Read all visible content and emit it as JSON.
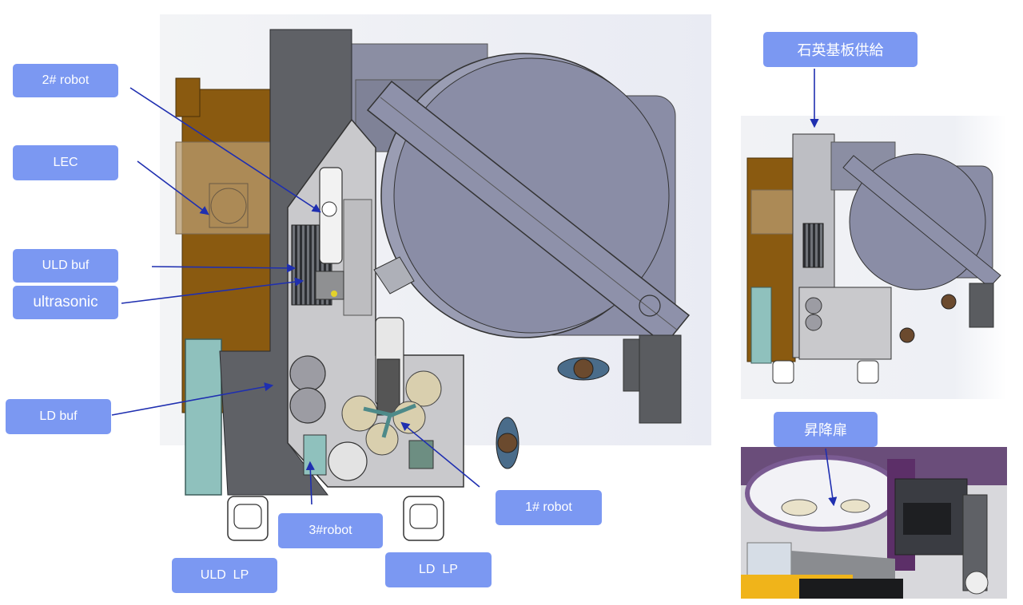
{
  "labels": {
    "robot2": "2# robot",
    "lec": "LEC",
    "uld_buf": "ULD buf",
    "ultrasonic": "ultrasonic",
    "ld_buf": "LD buf",
    "robot1": "1# robot",
    "robot3": "3#robot",
    "uld_lp": "ULD  LP",
    "ld_lp": "LD  LP",
    "quartz_supply": "石英基板供給",
    "lift_door": "昇降扉"
  },
  "colors": {
    "label_bg": "#7b98f2",
    "label_text": "#ffffff",
    "arrow": "#1f2fb0",
    "frame_dark": "#5f6166",
    "chamber": "#8a8da6",
    "cabinet": "#8a5a10",
    "panel_teal": "#8fc1bd",
    "floor": "#c9c9cc"
  }
}
